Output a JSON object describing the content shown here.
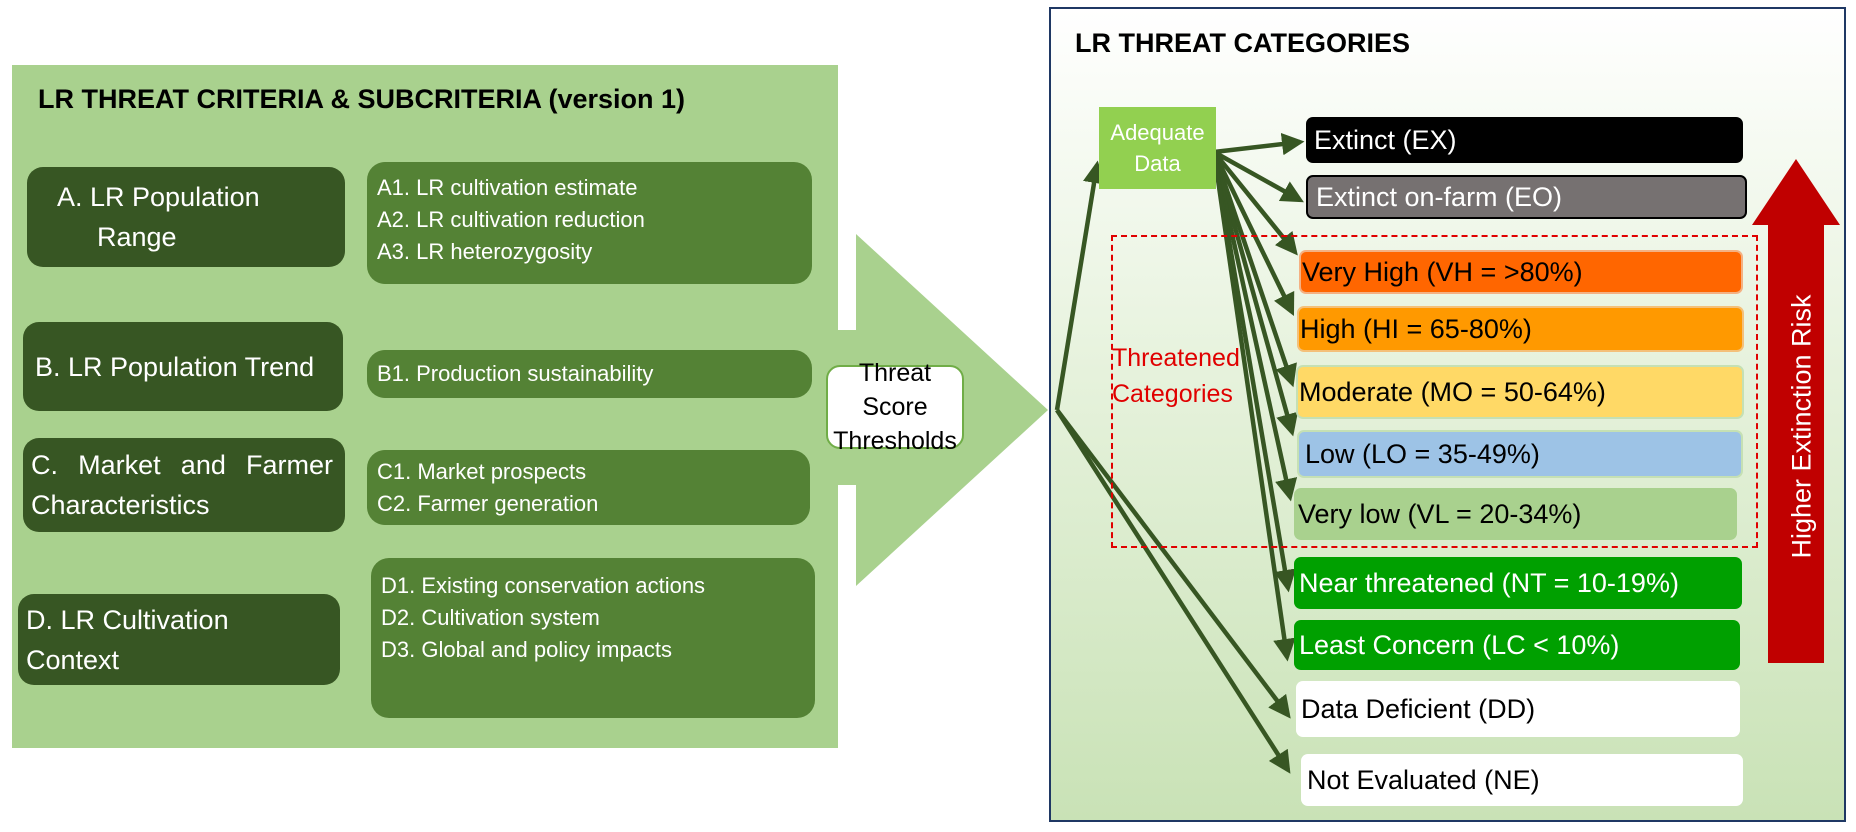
{
  "left": {
    "title": "LR THREAT CRITERIA & SUBCRITERIA (version 1)",
    "criteria": [
      {
        "label": "A.  LR Population Range",
        "subs": [
          "A1. LR cultivation estimate",
          "A2. LR cultivation reduction",
          "A3. LR heterozygosity"
        ]
      },
      {
        "label": "B. LR Population Trend",
        "subs": [
          "B1. Production sustainability"
        ]
      },
      {
        "label": "C. Market and Farmer Characteristics",
        "subs": [
          "C1. Market prospects",
          "C2. Farmer generation"
        ]
      },
      {
        "label": "D. LR Cultivation Context",
        "subs": [
          "D1. Existing conservation actions",
          "D2. Cultivation system",
          "D3. Global and policy impacts"
        ]
      }
    ]
  },
  "middle": {
    "thresholds": "Threat Score Thresholds"
  },
  "right": {
    "title": "LR THREAT CATEGORIES",
    "adequate": "Adequate Data",
    "threatened_label": "Threatened Categories",
    "risk_label": "Higher Extinction Risk",
    "categories": [
      {
        "label": "Extinct (EX)",
        "color": "#000000",
        "text_color": "#ffffff"
      },
      {
        "label": "Extinct on-farm (EO)",
        "color": "#767171",
        "text_color": "#ffffff"
      },
      {
        "label": "Very High (VH = >80%)",
        "color": "#ff6600",
        "text_color": "#000000"
      },
      {
        "label": "High (HI = 65-80%)",
        "color": "#ff9900",
        "text_color": "#000000"
      },
      {
        "label": "Moderate (MO = 50-64%)",
        "color": "#ffd966",
        "text_color": "#000000"
      },
      {
        "label": "Low (LO = 35-49%)",
        "color": "#9dc3e6",
        "text_color": "#000000"
      },
      {
        "label": "Very low (VL = 20-34%)",
        "color": "#a9d18e",
        "text_color": "#000000"
      },
      {
        "label": "Near threatened (NT = 10-19%)",
        "color": "#00a000",
        "text_color": "#ffffff"
      },
      {
        "label": "Least Concern (LC < 10%)",
        "color": "#00a000",
        "text_color": "#ffffff"
      },
      {
        "label": "Data Deficient (DD)",
        "color": "#ffffff",
        "text_color": "#000000"
      },
      {
        "label": "Not Evaluated (NE)",
        "color": "#ffffff",
        "text_color": "#000000"
      }
    ],
    "colors": {
      "arrow": "#375623",
      "risk_arrow": "#c00000",
      "dashed_box": "#e00000"
    }
  }
}
